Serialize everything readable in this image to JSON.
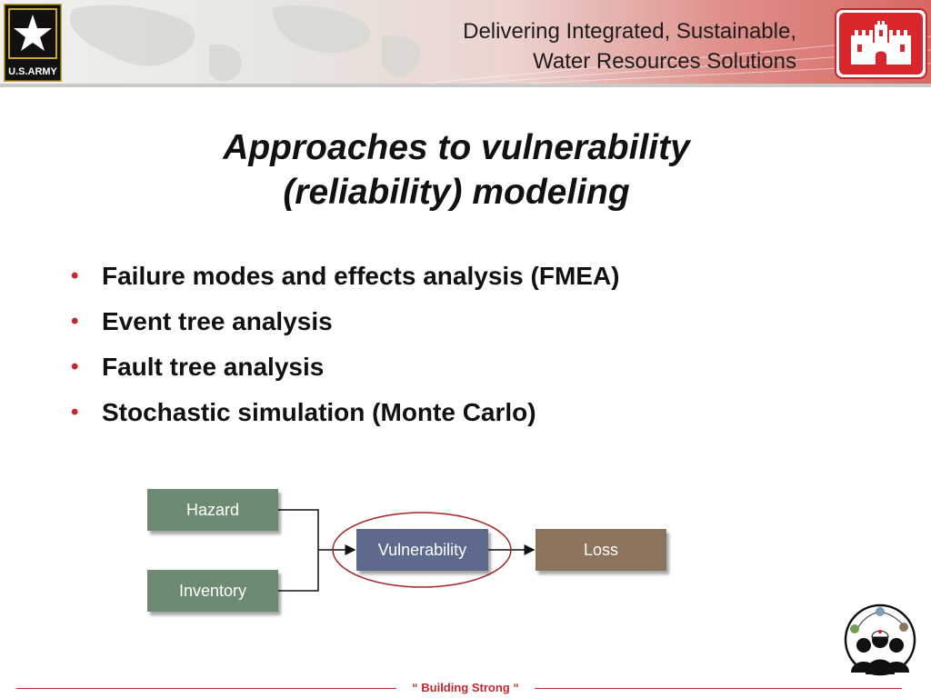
{
  "header": {
    "army_logo_text": "U.S.ARMY",
    "title_line1": "Delivering Integrated, Sustainable,",
    "title_line2": "Water Resources Solutions"
  },
  "slide": {
    "title_line1": "Approaches to vulnerability",
    "title_line2": "(reliability) modeling",
    "bullet_symbol": "•",
    "bullets": [
      "Failure modes and effects analysis (FMEA)",
      "Event tree analysis",
      "Fault tree analysis",
      "Stochastic simulation (Monte Carlo)"
    ]
  },
  "diagram": {
    "hazard": "Hazard",
    "inventory": "Inventory",
    "vulnerability": "Vulnerability",
    "loss": "Loss"
  },
  "footer": {
    "tagline": "“ Building  Strong “"
  },
  "colors": {
    "accent_red": "#c1272d",
    "hazard_box": "#6d8a73",
    "vulnerability_box": "#5d6a8c",
    "loss_box": "#8c735b"
  }
}
